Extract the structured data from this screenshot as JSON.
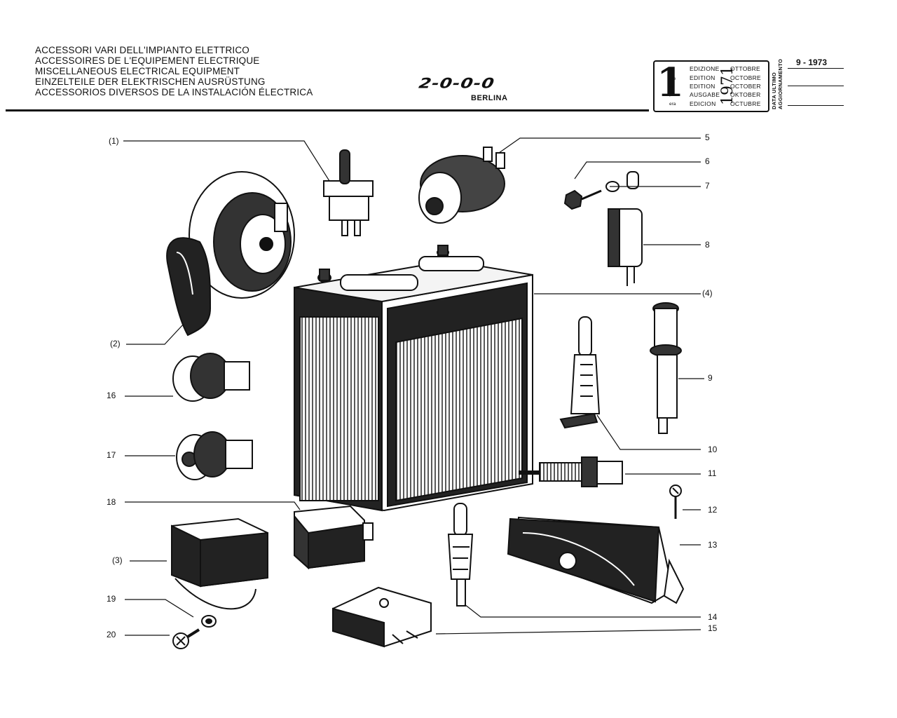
{
  "titles": [
    "ACCESSORI VARI DELL'IMPIANTO ELETTRICO",
    "ACCESSOIRES DE L'EQUIPEMENT ELECTRIQUE",
    "MISCELLANEOUS ELECTRICAL EQUIPMENT",
    "EINZELTEILE DER ELEKTRISCHEN AUSRÜSTUNG",
    "ACCESSORIOS DIVERSOS DE LA INSTALACIÓN ÉLECTRICA"
  ],
  "logo": {
    "main": "2-0-0-0",
    "sub": "BERLINA"
  },
  "edition": {
    "number": "1",
    "suffixes": [
      "a",
      "ere",
      "st",
      ".",
      "era"
    ],
    "labels": [
      "EDIZIONE",
      "EDITION",
      "EDITION",
      "AUSGABE",
      "EDICION"
    ],
    "year": "1971",
    "months": [
      "OTTOBRE",
      "OCTOBRE",
      "OCTOBER",
      "OKTOBER",
      "OCTUBRE"
    ]
  },
  "update": {
    "label_line1": "DATA ULTIMO",
    "label_line2": "AGGIORNAMENTO",
    "date": "9 - 1973"
  },
  "callouts": [
    "(1)",
    "(2)",
    "(3)",
    "(4)",
    "5",
    "6",
    "7",
    "8",
    "9",
    "10",
    "11",
    "12",
    "13",
    "14",
    "15",
    "16",
    "17",
    "18",
    "19",
    "20"
  ],
  "colors": {
    "ink": "#111111",
    "paper": "#ffffff"
  }
}
